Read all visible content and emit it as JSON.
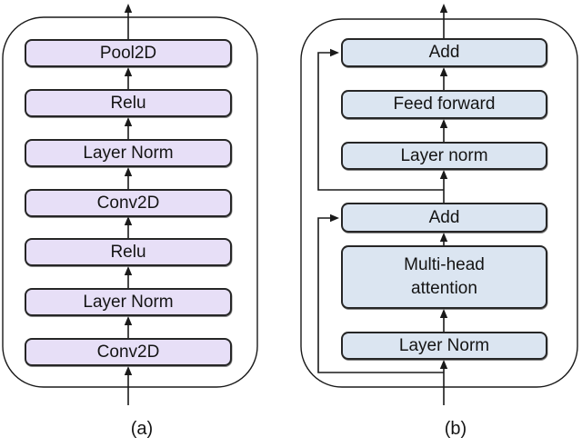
{
  "figure": {
    "description": "Two block diagrams of neural network layer stacks",
    "colors": {
      "panel_a_box_fill": "#e7dff7",
      "panel_b_box_fill": "#dbe5f1",
      "box_border": "#262626",
      "line_color": "#1a1a1a",
      "background": "#ffffff"
    },
    "panel_a": {
      "caption": "(a)",
      "boxes": [
        {
          "label": "Pool2D"
        },
        {
          "label": "Relu"
        },
        {
          "label": "Layer Norm"
        },
        {
          "label": "Conv2D"
        },
        {
          "label": "Relu"
        },
        {
          "label": "Layer Norm"
        },
        {
          "label": "Conv2D"
        }
      ]
    },
    "panel_b": {
      "caption": "(b)",
      "boxes": [
        {
          "label": "Add"
        },
        {
          "label": "Feed forward"
        },
        {
          "label": "Layer norm"
        },
        {
          "label": "Add"
        },
        {
          "label": "Multi-head\nattention"
        },
        {
          "label": "Layer Norm"
        }
      ]
    }
  }
}
